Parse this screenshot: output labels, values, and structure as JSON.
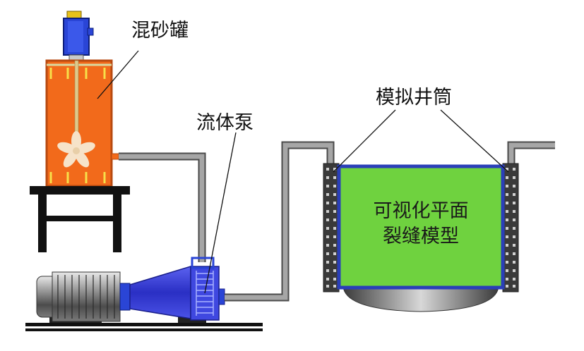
{
  "labels": {
    "mixing_tank": "混砂罐",
    "fluid_pump": "流体泵",
    "simulated_wellbore": "模拟井筒",
    "model_line1": "可视化平面",
    "model_line2": "裂缝模型"
  },
  "colors": {
    "tank": "#f26a1b",
    "tank_edge": "#b84a10",
    "motor": "#2a45d6",
    "pump_cone": "#3d3fd8",
    "model_green": "#6fd23f",
    "model_border": "#2a3fb8",
    "pipe": "#9a9a9a",
    "pipe_edge": "#4a4a4a",
    "frame": "#111111",
    "propeller": "#f6e3c9"
  },
  "icons": {
    "tank_motor": "motor-icon",
    "stirrer": "propeller-icon",
    "pump_motor": "electric-motor-icon"
  }
}
